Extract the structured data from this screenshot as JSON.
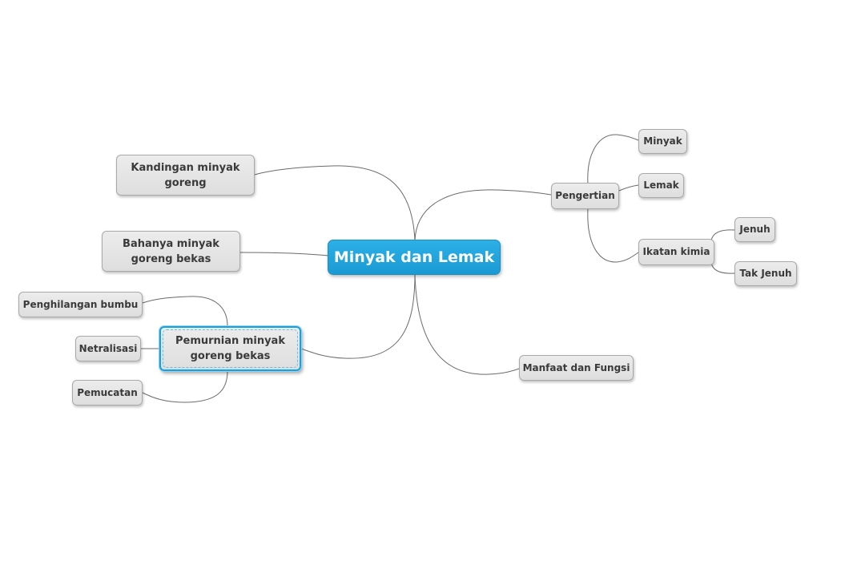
{
  "mindmap": {
    "central": "Minyak dan Lemak",
    "kandungan": "Kandingan minyak goreng",
    "bahaya": "Bahanya minyak goreng bekas",
    "pemurnian": "Pemurnian minyak goreng bekas",
    "penghilangan": "Penghilangan bumbu",
    "netralisasi": "Netralisasi",
    "pemucatan": "Pemucatan",
    "pengertian": "Pengertian",
    "minyak": "Minyak",
    "lemak": "Lemak",
    "ikatan": "Ikatan kimia",
    "jenuh": "Jenuh",
    "tak_jenuh": "Tak Jenuh",
    "manfaat": "Manfaat dan Fungsi"
  },
  "colors": {
    "central_fill": "#1fa3dc",
    "node_fill": "#e3e3e3",
    "node_border": "#a9a9a9",
    "selected_border": "#1aa1dc",
    "connector": "#6b6b6b"
  }
}
